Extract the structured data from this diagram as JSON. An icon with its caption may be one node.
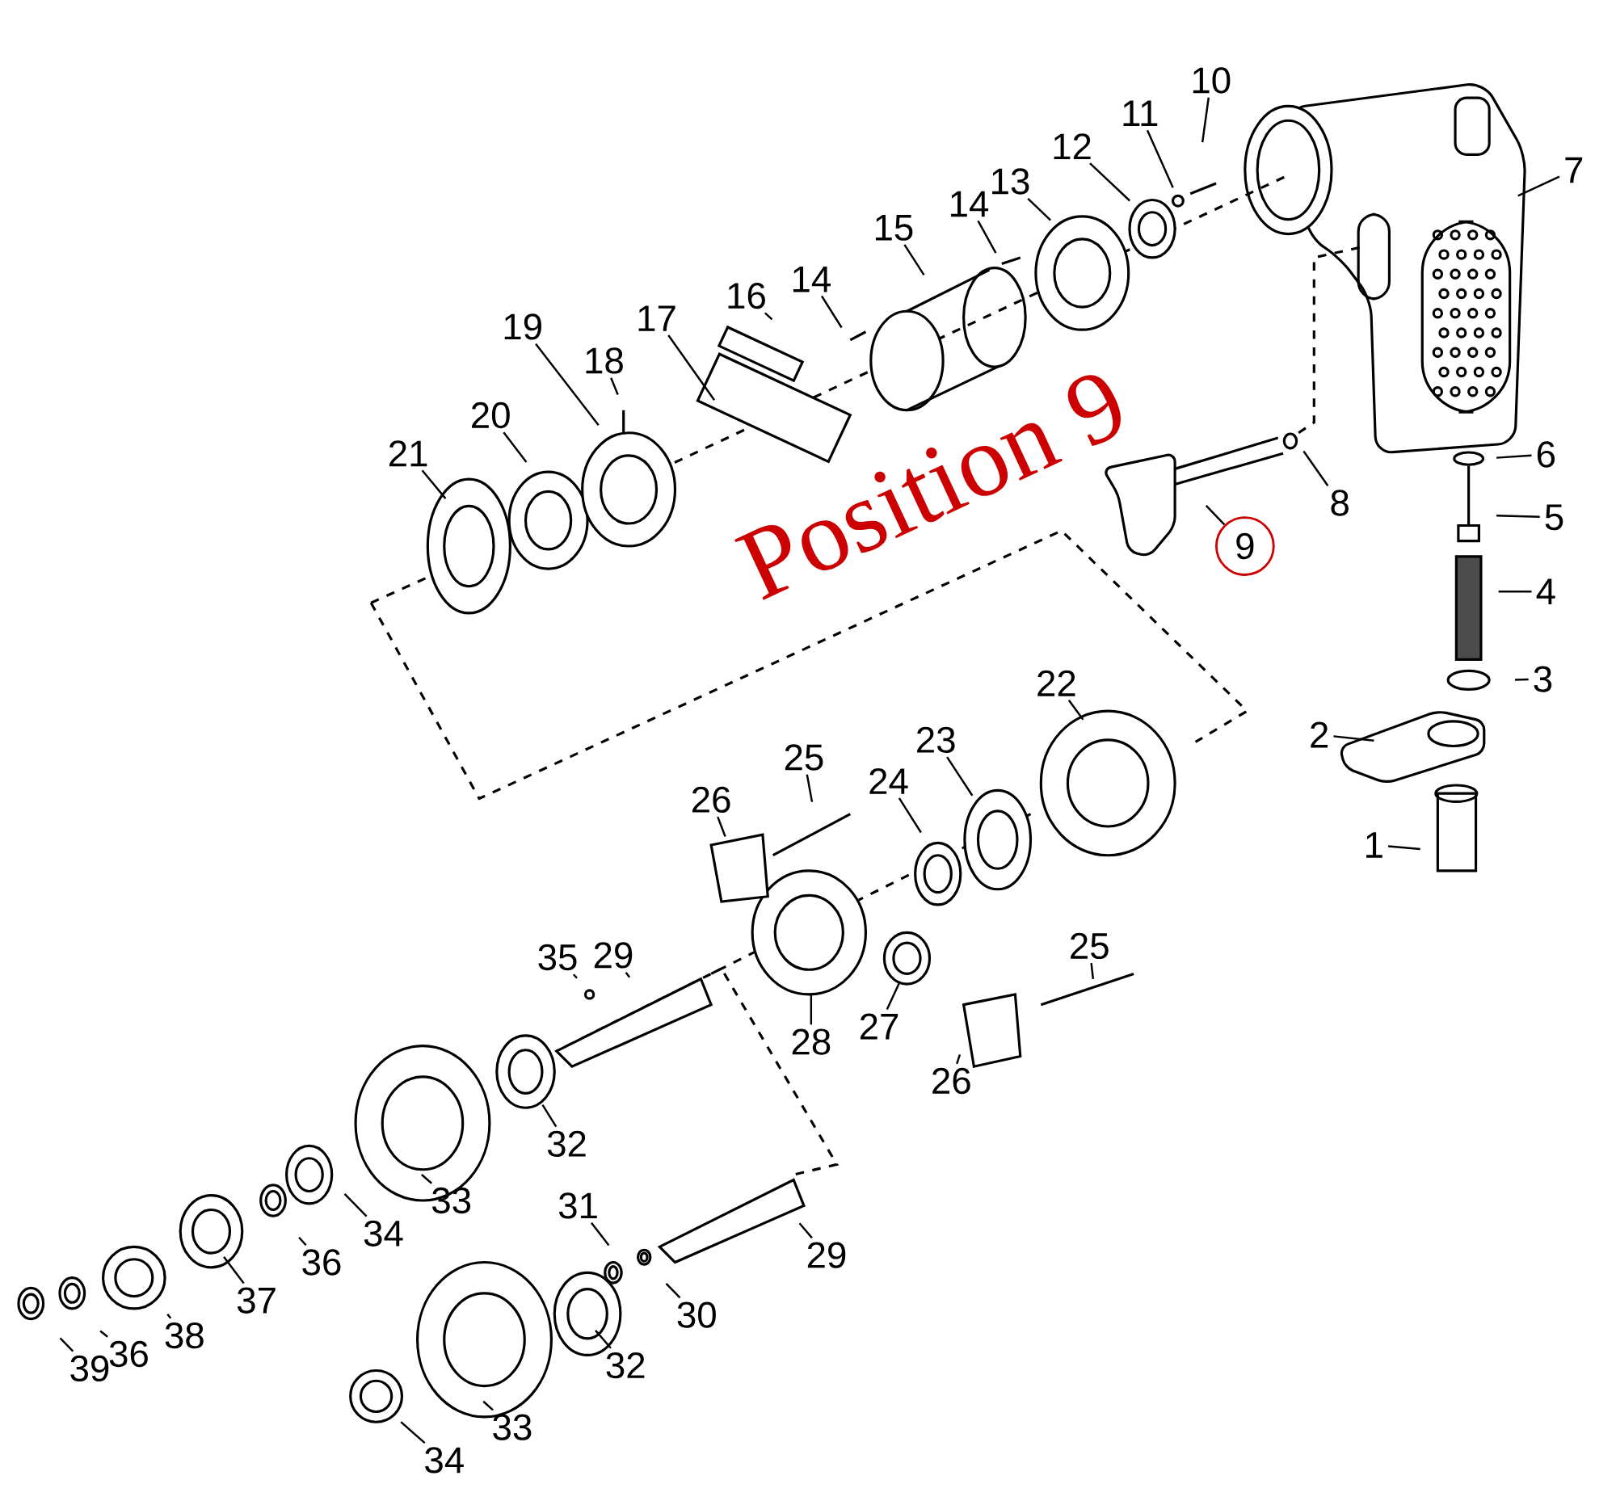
{
  "diagram": {
    "nodes": [
      {
        "text": [
          "1"
        ]
      },
      {
        "text": [
          "2"
        ]
      },
      {
        "text": [
          "3"
        ]
      },
      {
        "text": [
          "4"
        ]
      },
      {
        "text": [
          "5"
        ]
      },
      {
        "text": [
          "6"
        ]
      },
      {
        "text": [
          "7"
        ]
      },
      {
        "text": [
          "8"
        ]
      },
      {
        "text": [
          "9"
        ]
      },
      {
        "text": [
          "10"
        ]
      },
      {
        "text": [
          "11"
        ]
      },
      {
        "text": [
          "12"
        ]
      },
      {
        "text": [
          "13"
        ]
      },
      {
        "text": [
          "14"
        ]
      },
      {
        "text": [
          "15"
        ]
      },
      {
        "text": [
          "16"
        ]
      },
      {
        "text": [
          "14"
        ]
      },
      {
        "text": [
          "17"
        ]
      },
      {
        "text": [
          "18"
        ]
      },
      {
        "text": [
          "19"
        ]
      },
      {
        "text": [
          "20"
        ]
      },
      {
        "text": [
          "21"
        ]
      },
      {
        "text": [
          "22"
        ]
      },
      {
        "text": [
          "23"
        ]
      },
      {
        "text": [
          "24"
        ]
      },
      {
        "text": [
          "25"
        ]
      },
      {
        "text": [
          "26"
        ]
      },
      {
        "text": [
          "28"
        ]
      },
      {
        "text": [
          "27"
        ]
      },
      {
        "text": [
          "25"
        ]
      },
      {
        "text": [
          "26"
        ]
      },
      {
        "text": [
          "35"
        ]
      },
      {
        "text": [
          "29"
        ]
      },
      {
        "text": [
          "32"
        ]
      },
      {
        "text": [
          "33"
        ]
      },
      {
        "text": [
          "34"
        ]
      },
      {
        "text": [
          "36"
        ]
      },
      {
        "text": [
          "37"
        ]
      },
      {
        "text": [
          "38"
        ]
      },
      {
        "text": [
          "36"
        ]
      },
      {
        "text": [
          "39"
        ]
      },
      {
        "text": [
          "31"
        ]
      },
      {
        "text": [
          "30"
        ]
      },
      {
        "text": [
          "29"
        ]
      },
      {
        "text": [
          "32"
        ]
      },
      {
        "text": [
          "33"
        ]
      },
      {
        "text": [
          "34"
        ]
      }
    ],
    "edges": [
      {
        "from": 0,
        "to": null,
        "arrow": "none"
      },
      {
        "from": 1,
        "to": null,
        "arrow": "none"
      },
      {
        "from": 2,
        "to": null,
        "arrow": "none"
      },
      {
        "from": 3,
        "to": null,
        "arrow": "none"
      },
      {
        "from": 4,
        "to": null,
        "arrow": "none"
      },
      {
        "from": 5,
        "to": null,
        "arrow": "none"
      },
      {
        "from": 6,
        "to": null,
        "arrow": "none"
      },
      {
        "from": 7,
        "to": null,
        "arrow": "none"
      },
      {
        "from": 8,
        "to": null,
        "arrow": "none"
      },
      {
        "from": 9,
        "to": null,
        "arrow": "none"
      },
      {
        "from": 10,
        "to": null,
        "arrow": "none"
      },
      {
        "from": 11,
        "to": null,
        "arrow": "none"
      },
      {
        "from": 12,
        "to": null,
        "arrow": "none"
      },
      {
        "from": 13,
        "to": null,
        "arrow": "none"
      },
      {
        "from": 14,
        "to": null,
        "arrow": "none"
      },
      {
        "from": 15,
        "to": null,
        "arrow": "none"
      },
      {
        "from": 16,
        "to": null,
        "arrow": "none"
      },
      {
        "from": 17,
        "to": null,
        "arrow": "none"
      },
      {
        "from": 18,
        "to": null,
        "arrow": "none"
      },
      {
        "from": 19,
        "to": null,
        "arrow": "none"
      },
      {
        "from": 20,
        "to": null,
        "arrow": "none"
      },
      {
        "from": 21,
        "to": null,
        "arrow": "none"
      },
      {
        "from": 22,
        "to": null,
        "arrow": "none"
      },
      {
        "from": 23,
        "to": null,
        "arrow": "none"
      },
      {
        "from": 24,
        "to": null,
        "arrow": "none"
      },
      {
        "from": 25,
        "to": null,
        "arrow": "none"
      },
      {
        "from": 26,
        "to": null,
        "arrow": "none"
      },
      {
        "from": 27,
        "to": null,
        "arrow": "none"
      },
      {
        "from": 28,
        "to": null,
        "arrow": "none"
      },
      {
        "from": 29,
        "to": null,
        "arrow": "none"
      },
      {
        "from": 30,
        "to": null,
        "arrow": "none"
      },
      {
        "from": 31,
        "to": null,
        "arrow": "none"
      },
      {
        "from": 32,
        "to": null,
        "arrow": "none"
      },
      {
        "from": 33,
        "to": null,
        "arrow": "none"
      },
      {
        "from": 34,
        "to": null,
        "arrow": "none"
      },
      {
        "from": 35,
        "to": null,
        "arrow": "none"
      },
      {
        "from": 36,
        "to": null,
        "arrow": "none"
      },
      {
        "from": 37,
        "to": null,
        "arrow": "none"
      },
      {
        "from": 38,
        "to": null,
        "arrow": "none"
      },
      {
        "from": 39,
        "to": null,
        "arrow": "none"
      },
      {
        "from": 40,
        "to": null,
        "arrow": "none"
      },
      {
        "from": 41,
        "to": null,
        "arrow": "none"
      },
      {
        "from": 42,
        "to": null,
        "arrow": "none"
      },
      {
        "from": 43,
        "to": null,
        "arrow": "none"
      },
      {
        "from": 44,
        "to": null,
        "arrow": "none"
      },
      {
        "from": 45,
        "to": null,
        "arrow": "none"
      },
      {
        "from": 46,
        "to": null,
        "arrow": "none"
      }
    ],
    "labels": [
      "Position 9"
    ]
  }
}
